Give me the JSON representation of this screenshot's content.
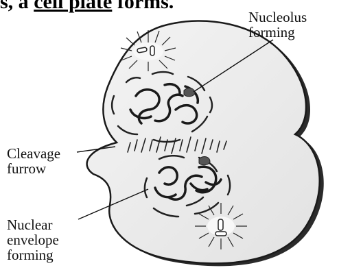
{
  "header": {
    "prefix": "s, a ",
    "emphasis": "cell plate",
    "suffix": " forms."
  },
  "labels": {
    "nucleolus": [
      "Nucleolus",
      "forming"
    ],
    "cleavage": [
      "Cleavage",
      "furrow"
    ],
    "nuclear": [
      "Nuclear",
      "envelope",
      "forming"
    ]
  }
}
